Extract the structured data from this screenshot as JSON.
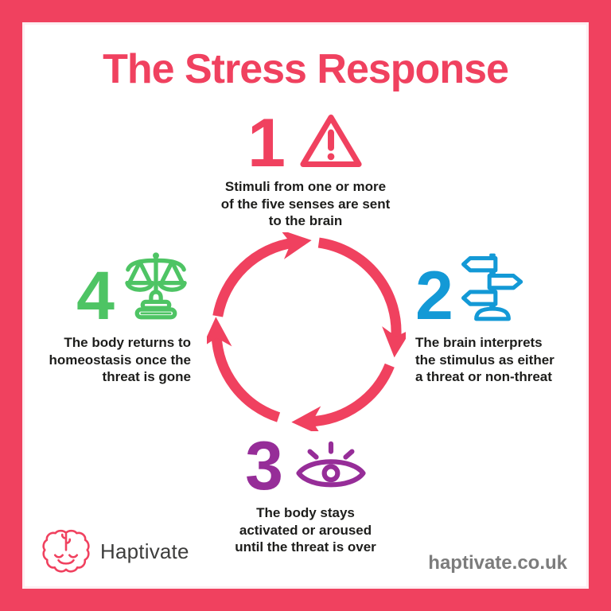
{
  "title": "The Stress Response",
  "colors": {
    "pink": "#F0415F",
    "blue": "#1399D6",
    "purple": "#962D98",
    "green": "#4EC464",
    "text_dark": "#1D1D1B",
    "brand_text": "#3D3D3C",
    "url_gray": "#7C7C7C",
    "background": "#FFFFFF"
  },
  "cycle": {
    "icon": "cycle-arrows",
    "direction": "clockwise",
    "color": "#F0415F",
    "segments": 4
  },
  "steps": [
    {
      "number": "1",
      "icon": "warning-triangle-icon",
      "color": "#F0415F",
      "lines": [
        "Stimuli from one or more",
        "of the five senses are sent",
        "to the brain"
      ]
    },
    {
      "number": "2",
      "icon": "signpost-icon",
      "color": "#1399D6",
      "lines": [
        "The brain interprets",
        "the stimulus as either",
        "a threat or non-threat"
      ]
    },
    {
      "number": "3",
      "icon": "eye-icon",
      "color": "#962D98",
      "lines": [
        "The body stays",
        "activated or aroused",
        "until the threat is over"
      ]
    },
    {
      "number": "4",
      "icon": "scales-icon",
      "color": "#4EC464",
      "lines": [
        "The body returns to",
        "homeostasis once the",
        "threat is gone"
      ]
    }
  ],
  "footer": {
    "brand": "Haptivate",
    "logo": "brain-icon",
    "url": "haptivate.co.uk"
  }
}
